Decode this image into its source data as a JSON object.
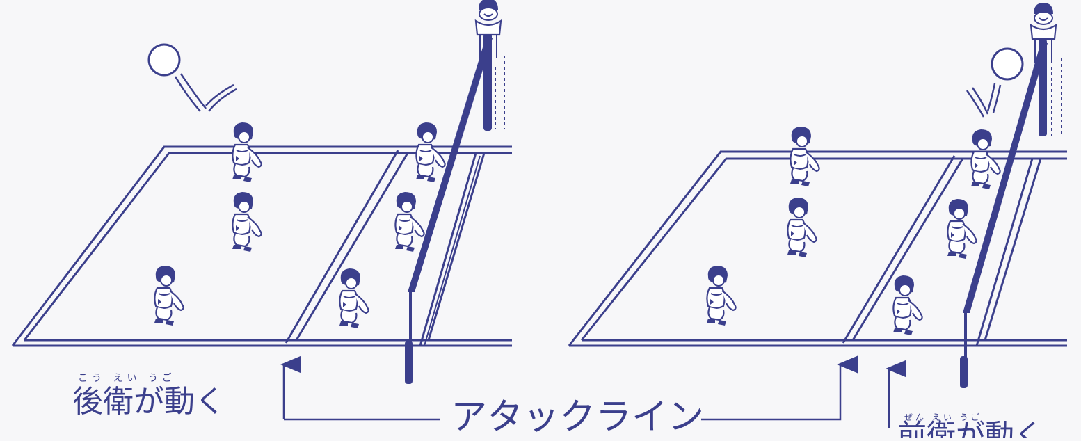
{
  "colors": {
    "ink": "#3b3f8c",
    "background": "#f7f7f9",
    "fill": "#ffffff"
  },
  "labels": {
    "back_players_move": "後衛が動く",
    "back_players_move_ruby": "こう えい うご",
    "attack_line": "アタックライン",
    "front_players_move": "前衛が動く",
    "front_players_move_ruby": "ぜん えい うご"
  },
  "icons": {
    "ball": "ball-icon",
    "player": "player-figure-icon",
    "referee": "referee-icon",
    "arrow": "arrow-up-icon"
  }
}
